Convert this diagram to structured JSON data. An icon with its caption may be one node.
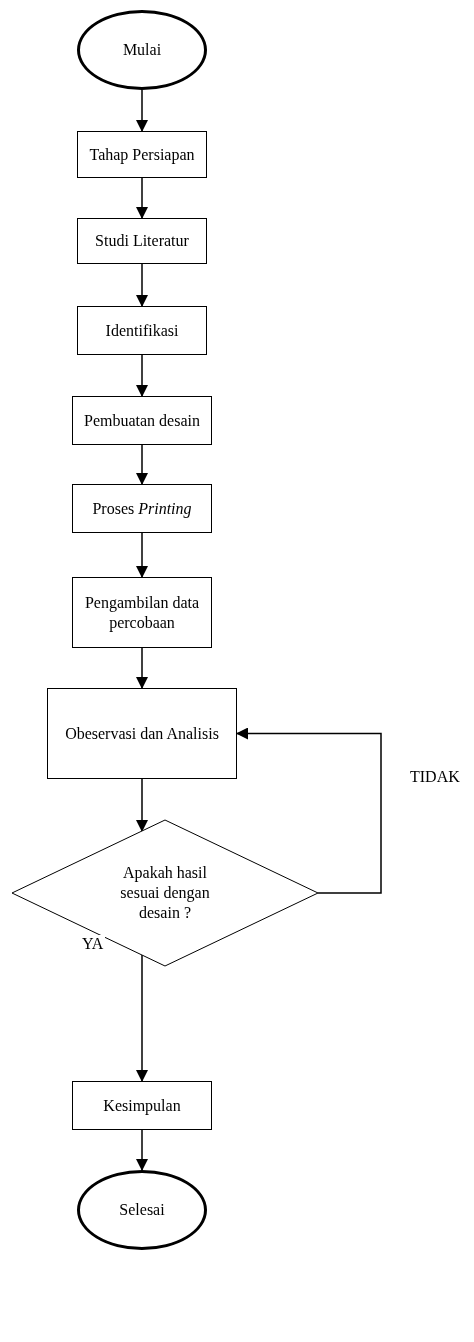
{
  "diagram": {
    "nodes": [
      {
        "text": [
          "Mulai"
        ]
      },
      {
        "text": [
          "Tahap Persiapan"
        ]
      },
      {
        "text": [
          "Studi Literatur"
        ]
      },
      {
        "text": [
          "Identifikasi"
        ]
      },
      {
        "text": [
          "Pembuatan desain"
        ]
      },
      {
        "text": [
          "Proses *Printing*"
        ]
      },
      {
        "text": [
          "Pengambilan data percobaan"
        ]
      },
      {
        "text": [
          "Obeservasi dan Analisis"
        ]
      },
      {
        "text": [
          "Apakah hasil sesuai dengan desain ?"
        ]
      },
      {
        "text": [
          "Kesimpulan"
        ]
      },
      {
        "text": [
          "Selesai"
        ]
      }
    ],
    "edges": [
      {
        "from": 0,
        "to": 1,
        "arrow": "to"
      },
      {
        "from": 1,
        "to": 2,
        "arrow": "to"
      },
      {
        "from": 2,
        "to": 3,
        "arrow": "to"
      },
      {
        "from": 3,
        "to": 4,
        "arrow": "to"
      },
      {
        "from": 4,
        "to": 5,
        "arrow": "to"
      },
      {
        "from": 5,
        "to": 6,
        "arrow": "to"
      },
      {
        "from": 6,
        "to": 7,
        "arrow": "to"
      },
      {
        "from": 7,
        "to": 8,
        "arrow": "to"
      },
      {
        "from": 8,
        "to": 7,
        "arrow": "to",
        "label": "TIDAK"
      },
      {
        "from": 8,
        "to": 9,
        "arrow": "to",
        "label": "YA"
      },
      {
        "from": 9,
        "to": 10,
        "arrow": "to"
      }
    ]
  }
}
